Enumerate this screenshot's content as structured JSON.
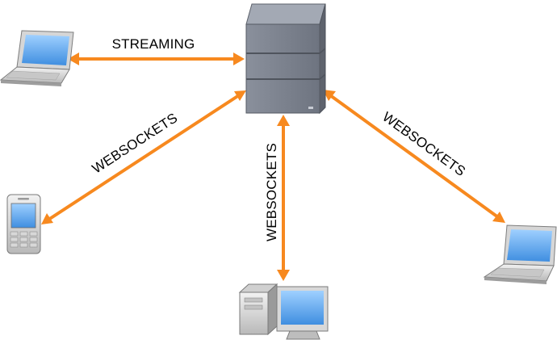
{
  "diagram": {
    "nodes": [
      {
        "id": "server",
        "kind": "server-rack"
      },
      {
        "id": "laptop-left",
        "kind": "laptop"
      },
      {
        "id": "mobile-phone",
        "kind": "mobile-phone"
      },
      {
        "id": "desktop-pc",
        "kind": "desktop-computer"
      },
      {
        "id": "laptop-right",
        "kind": "laptop"
      }
    ],
    "connections": [
      {
        "from": "server",
        "to": "laptop-left",
        "label": "STREAMING",
        "bidirectional": true
      },
      {
        "from": "server",
        "to": "mobile-phone",
        "label": "WEBSOCKETS",
        "bidirectional": true
      },
      {
        "from": "server",
        "to": "desktop-pc",
        "label": "WEBSOCKETS",
        "bidirectional": true
      },
      {
        "from": "server",
        "to": "laptop-right",
        "label": "WEBSOCKETS",
        "bidirectional": true
      }
    ],
    "colors": {
      "arrow": "#f7891f",
      "server_body": "#7f8593",
      "screen": "#5aa2e8"
    }
  }
}
